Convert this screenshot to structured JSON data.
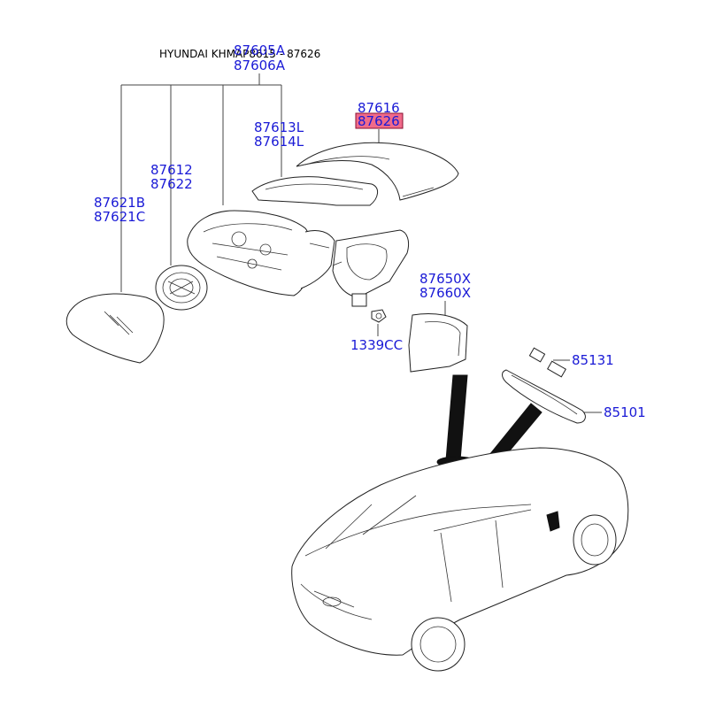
{
  "header": {
    "title": "HYUNDAI KHMAP8615",
    "title_suffix": "- 87626",
    "main_assembly_codes": [
      "87605A",
      "87606A"
    ]
  },
  "callouts": [
    {
      "id": "cover",
      "codes": [
        "87616",
        "87626"
      ],
      "highlighted_code": "87626"
    },
    {
      "id": "scalp",
      "codes": [
        "87613L",
        "87614L"
      ]
    },
    {
      "id": "actuator",
      "codes": [
        "87612",
        "87622"
      ]
    },
    {
      "id": "glass",
      "codes": [
        "87621B",
        "87621C"
      ]
    },
    {
      "id": "cover-inner",
      "codes": [
        "87650X",
        "87660X"
      ]
    },
    {
      "id": "nut",
      "codes": [
        "1339CC"
      ]
    },
    {
      "id": "inside-mirror-switch",
      "codes": [
        "85131"
      ]
    },
    {
      "id": "inside-mirror",
      "codes": [
        "85101"
      ]
    }
  ],
  "colors": {
    "label_blue": "#1a1ad6",
    "highlight_fill": "#f06a8a",
    "line": "#222222"
  }
}
